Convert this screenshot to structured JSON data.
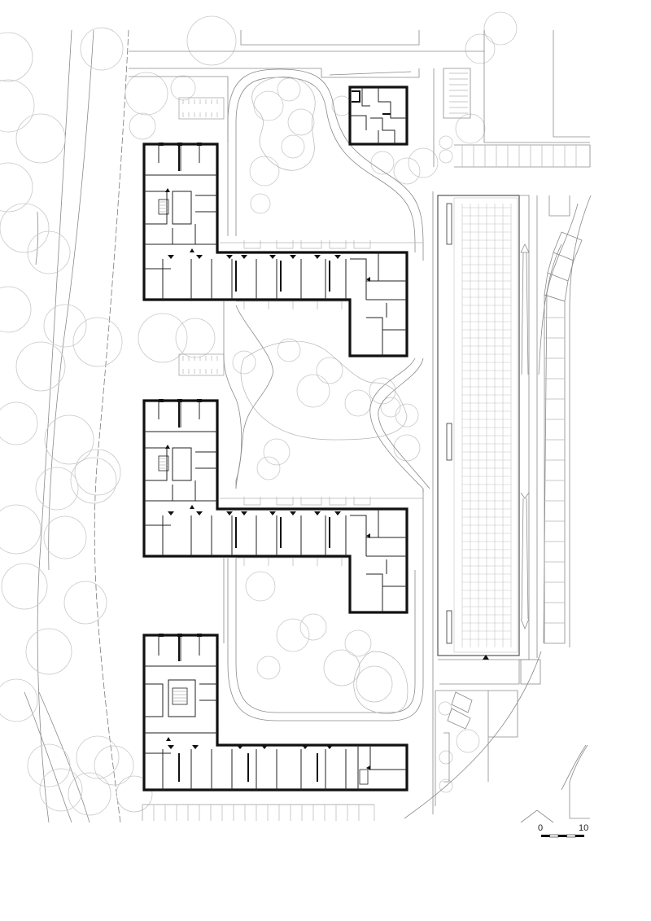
{
  "drawing": {
    "type": "architectural site plan",
    "background_color": "#ffffff",
    "line_color": "#111111",
    "landscape_line_color": "#c8c8c8",
    "buildings": [
      {
        "name": "north-l-block",
        "type": "L-shaped residential block"
      },
      {
        "name": "middle-l-block",
        "type": "L-shaped residential block"
      },
      {
        "name": "south-l-block",
        "type": "L-shaped residential block"
      },
      {
        "name": "small-villa",
        "type": "square residential building"
      },
      {
        "name": "long-parking-structure",
        "type": "elongated building with grid roof"
      }
    ],
    "courtyards": 2,
    "entrance_markers": "black triangles"
  },
  "scale_bar": {
    "start_label": "0",
    "end_label": "10",
    "segments": 5
  }
}
